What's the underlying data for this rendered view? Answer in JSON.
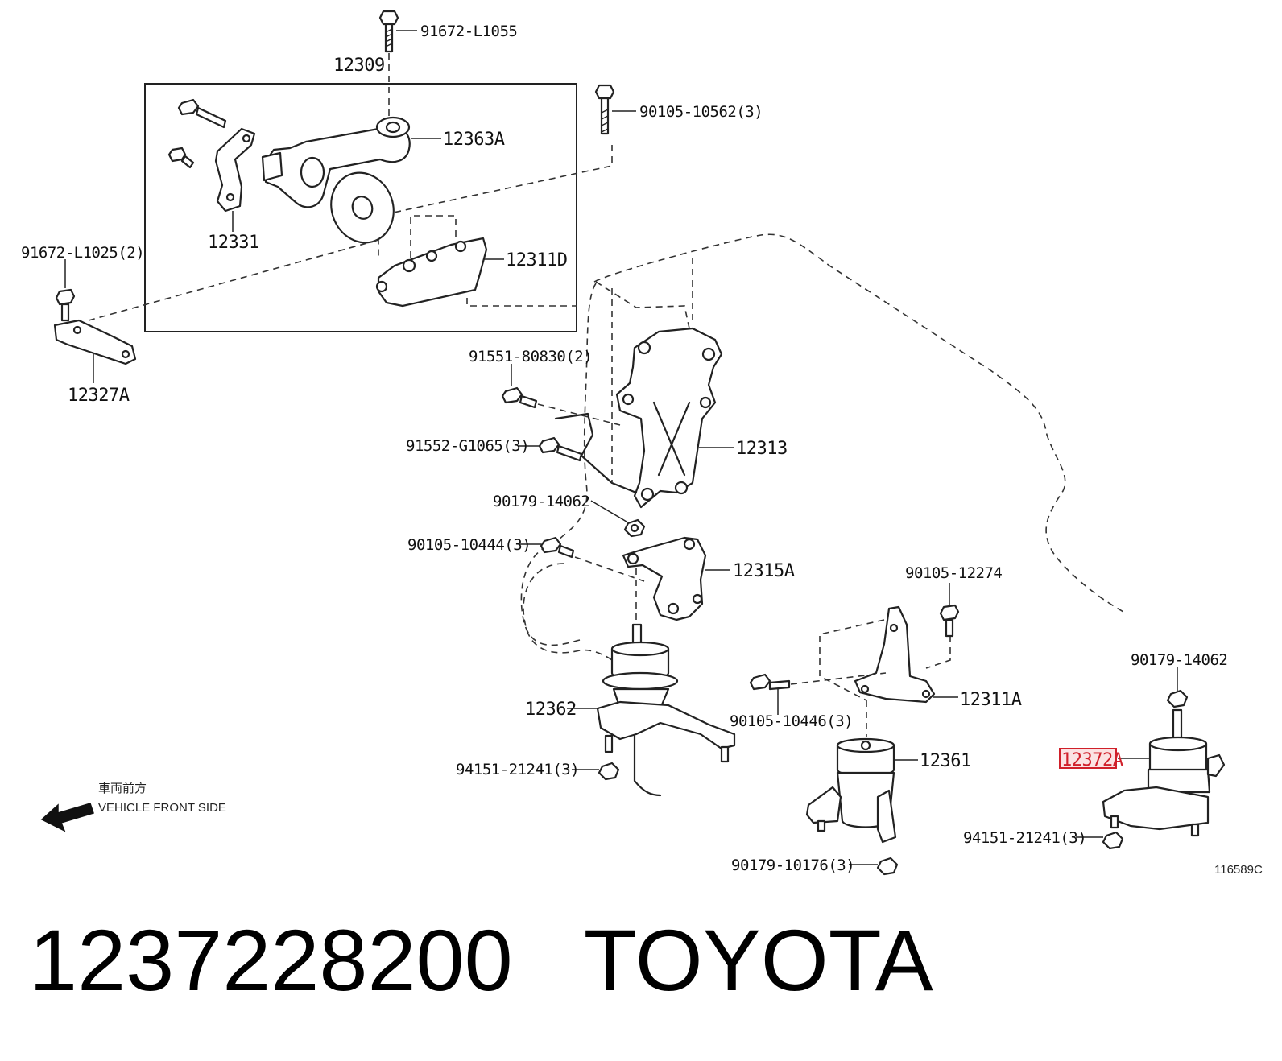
{
  "labels": {
    "p91672_L1055": "91672-L1055",
    "p12309": "12309",
    "p90105_10562": "90105-10562(3)",
    "p12363A": "12363A",
    "p12331": "12331",
    "p91672_L1025": "91672-L1025(2)",
    "p12311D": "12311D",
    "p12327A": "12327A",
    "p91551_80830": "91551-80830(2)",
    "p91552_G1065": "91552-G1065(3)",
    "p12313": "12313",
    "p90179_14062a": "90179-14062",
    "p90105_10444": "90105-10444(3)",
    "p12315A": "12315A",
    "p90105_12274": "90105-12274",
    "p12311A": "12311A",
    "p90105_10446": "90105-10446(3)",
    "p12362": "12362",
    "p94151_21241a": "94151-21241(3)",
    "p12361": "12361",
    "p90179_10176": "90179-10176(3)",
    "p90179_14062b": "90179-14062",
    "p12372A": "12372A",
    "p94151_21241b": "94151-21241(3)",
    "fig_code": "116589C"
  },
  "direction": {
    "jp": "車両前方",
    "en": "VEHICLE FRONT SIDE",
    "icon": "arrow-left-icon"
  },
  "highlight": {
    "part": "12372A",
    "color": "#d0202a"
  },
  "footer": {
    "part_number": "1237228200",
    "brand": "TOYOTA"
  }
}
